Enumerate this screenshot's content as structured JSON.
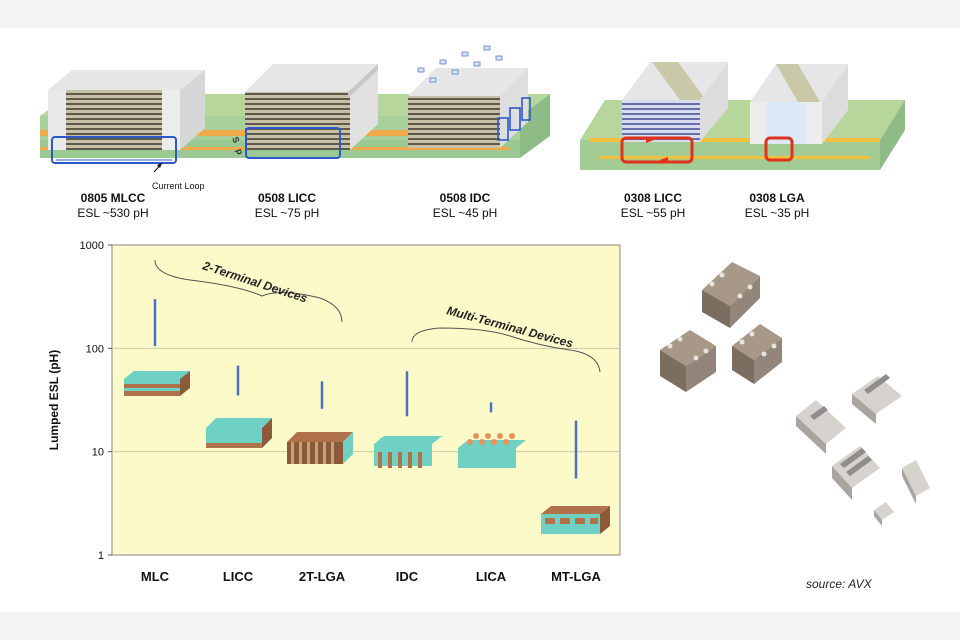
{
  "top_row": [
    {
      "name": "0805 MLCC",
      "esl": "ESL ~530 pH"
    },
    {
      "name": "0508 LICC",
      "esl": "ESL ~75 pH"
    },
    {
      "name": "0508 IDC",
      "esl": "ESL ~45 pH"
    },
    {
      "name": "0308 LICC",
      "esl": "ESL ~55 pH"
    },
    {
      "name": "0308 LGA",
      "esl": "ESL ~35 pH"
    }
  ],
  "current_loop_label": "Current Loop",
  "chart": {
    "ylabel": "Lumped ESL (pH)",
    "yticks": [
      "1",
      "10",
      "100",
      "1000"
    ],
    "categories": [
      "MLC",
      "LICC",
      "2T-LGA",
      "IDC",
      "LICA",
      "MT-LGA"
    ],
    "group_labels": [
      "2-Terminal Devices",
      "Multi-Terminal Devices"
    ],
    "colors": {
      "plot_bg": "#fcfac9",
      "bar": "#4a72c4",
      "chip_body": "#6fd1c3",
      "chip_layer": "#b0724a"
    }
  },
  "chart_data": {
    "type": "bar",
    "categories": [
      "MLC",
      "LICC",
      "2T-LGA",
      "IDC",
      "LICA",
      "MT-LGA"
    ],
    "yscale": "log",
    "ylim": [
      1,
      1000
    ],
    "ranges": [
      [
        105,
        300
      ],
      [
        35,
        68
      ],
      [
        26,
        48
      ],
      [
        22,
        60
      ],
      [
        24,
        30
      ],
      [
        5.5,
        20
      ]
    ],
    "ylabel": "Lumped ESL (pH)"
  },
  "source": "source: AVX"
}
